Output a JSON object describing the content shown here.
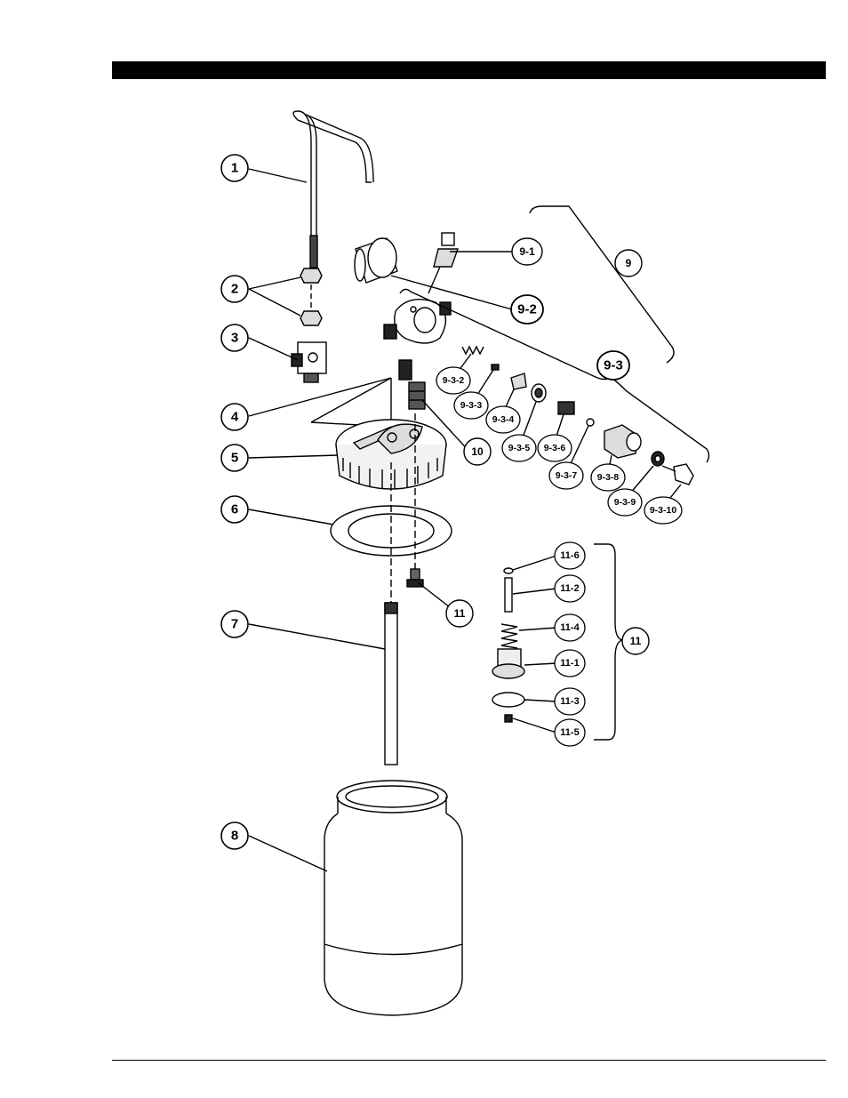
{
  "labels": {
    "c1": "1",
    "c2": "2",
    "c3": "3",
    "c4": "4",
    "c5": "5",
    "c6": "6",
    "c7": "7",
    "c8": "8",
    "c9": "9",
    "c9_1": "9-1",
    "c9_2": "9-2",
    "c9_3": "9-3",
    "c9_3_2": "9-3-2",
    "c9_3_3": "9-3-3",
    "c9_3_4": "9-3-4",
    "c9_3_5": "9-3-5",
    "c9_3_6": "9-3-6",
    "c9_3_7": "9-3-7",
    "c9_3_8": "9-3-8",
    "c9_3_9": "9-3-9",
    "c9_3_10": "9-3-10",
    "c10": "10",
    "c11_lid": "11",
    "c11_group": "11",
    "c11_6": "11-6",
    "c11_2": "11-2",
    "c11_4": "11-4",
    "c11_1": "11-1",
    "c11_3": "11-3",
    "c11_5": "11-5"
  }
}
